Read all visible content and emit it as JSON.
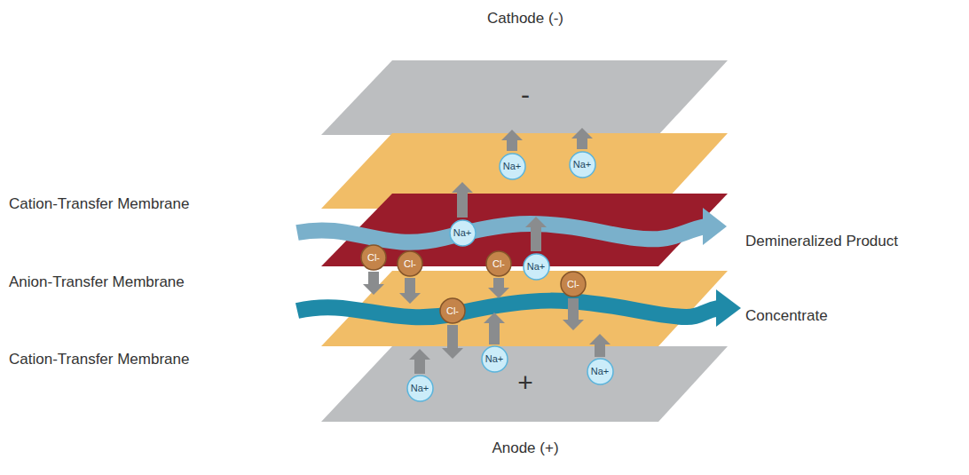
{
  "diagram": {
    "nodes": [
      {
        "text": [
          "Cathode (-)",
          "-"
        ]
      },
      {
        "text": [
          "Na+"
        ]
      },
      {
        "text": [
          "Na+"
        ]
      },
      {
        "text": [
          "Na+"
        ]
      },
      {
        "text": [
          "Cl-"
        ]
      },
      {
        "text": [
          "Cl-"
        ]
      },
      {
        "text": [
          "Cl-"
        ]
      },
      {
        "text": [
          "Na+"
        ]
      },
      {
        "text": [
          "Cl-"
        ]
      },
      {
        "text": [
          "Cl-"
        ]
      },
      {
        "text": [
          "Na+"
        ]
      },
      {
        "text": [
          "Na+"
        ]
      },
      {
        "text": [
          "Na+"
        ]
      },
      {
        "text": [
          "+",
          "Anode (+)"
        ]
      }
    ],
    "labels": [
      "Cation-Transfer Membrane",
      "Anion-Transfer Membrane",
      "Cation-Transfer Membrane",
      "Demineralized Product",
      "Concentrate"
    ]
  }
}
